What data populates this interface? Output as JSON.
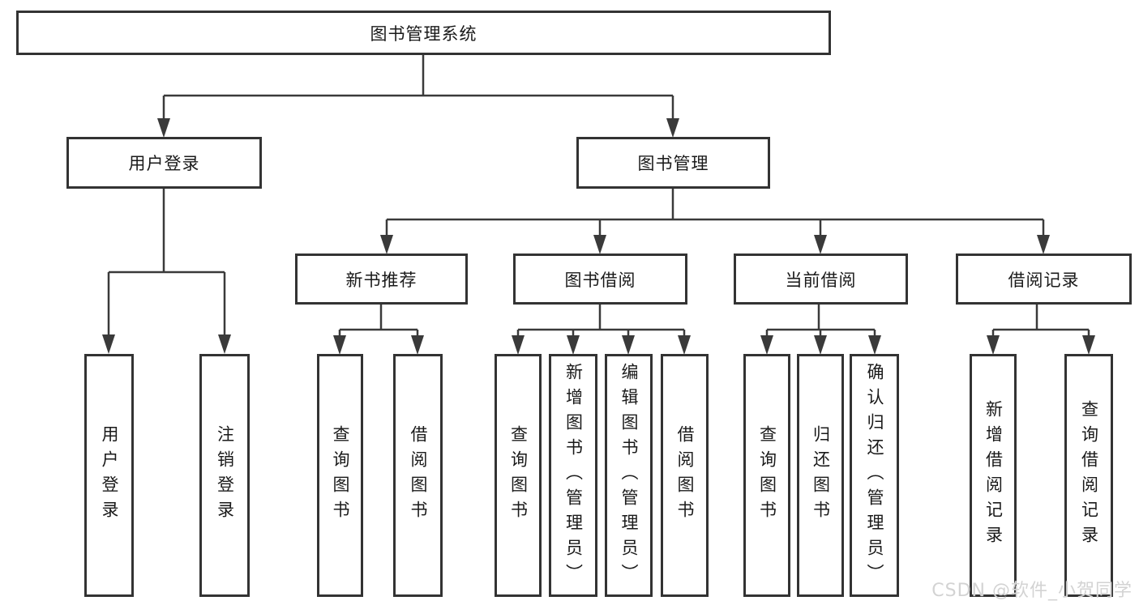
{
  "diagram": {
    "title": "图书管理系统",
    "type": "hierarchy-tree",
    "colors": {
      "line": "#3a3a3a",
      "border": "#333333",
      "text": "#1a1a1a",
      "background": "#ffffff",
      "watermark": "#d3d3d3"
    }
  },
  "tree": {
    "label": "图书管理系统",
    "children": [
      {
        "label": "用户登录",
        "children": [
          {
            "label": "用户登录"
          },
          {
            "label": "注销登录"
          }
        ]
      },
      {
        "label": "图书管理",
        "children": [
          {
            "label": "新书推荐",
            "children": [
              {
                "label": "查询图书"
              },
              {
                "label": "借阅图书"
              }
            ]
          },
          {
            "label": "图书借阅",
            "children": [
              {
                "label": "查询图书"
              },
              {
                "label": "新增图书（管理员）"
              },
              {
                "label": "编辑图书（管理员）"
              },
              {
                "label": "借阅图书"
              }
            ]
          },
          {
            "label": "当前借阅",
            "children": [
              {
                "label": "查询图书"
              },
              {
                "label": "归还图书"
              },
              {
                "label": "确认归还（管理员）"
              }
            ]
          },
          {
            "label": "借阅记录",
            "children": [
              {
                "label": "新增借阅记录"
              },
              {
                "label": "查询借阅记录"
              }
            ]
          }
        ]
      }
    ]
  },
  "watermark": "CSDN @软件_小贺同学"
}
